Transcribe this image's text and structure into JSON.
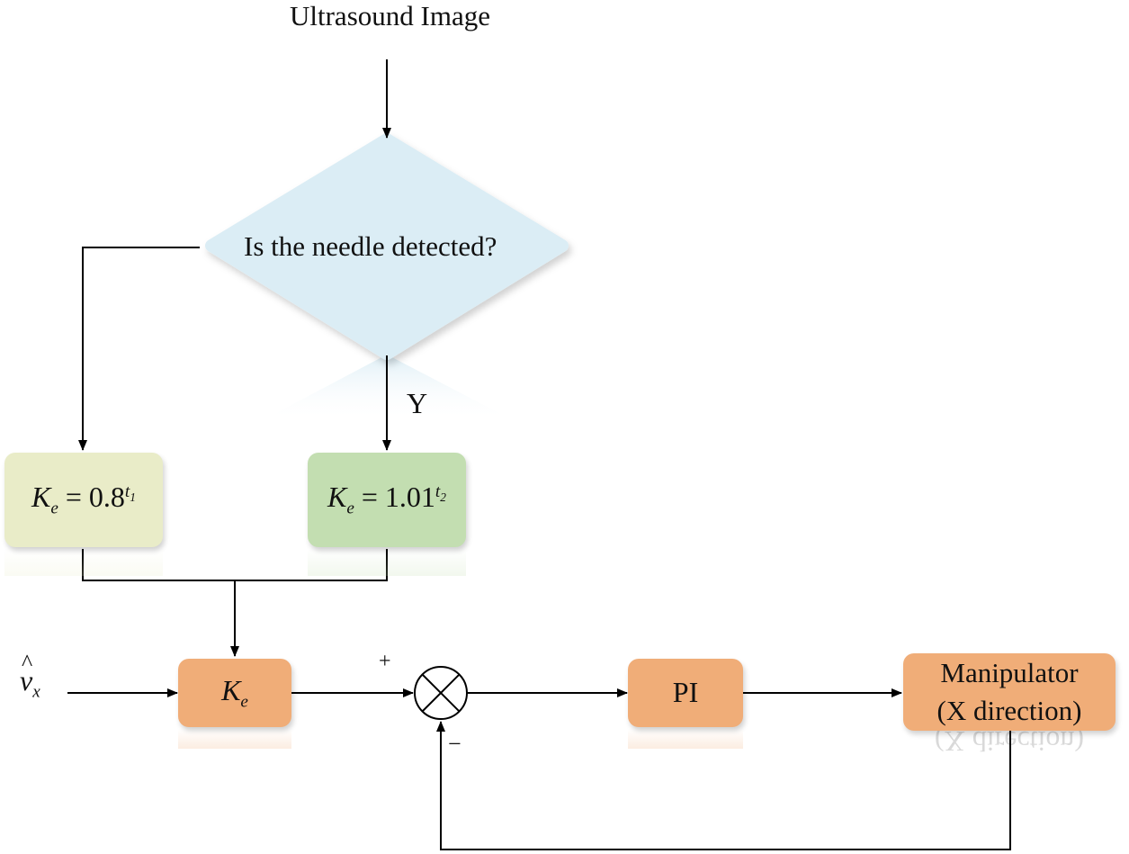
{
  "input_label": "Ultrasound Image",
  "decision": {
    "question": "Is the needle detected?",
    "yes_label": "Y"
  },
  "gain_no": {
    "symbol": "K",
    "subscript": "e",
    "equals": "=",
    "base": "0.8",
    "exponent": "t",
    "exponent_sub": "1",
    "fill": "#e9ecc8"
  },
  "gain_yes": {
    "symbol": "K",
    "subscript": "e",
    "equals": "=",
    "base": "1.01",
    "exponent": "t",
    "exponent_sub": "2",
    "fill": "#c3deb1"
  },
  "velocity_input": {
    "symbol": "v",
    "hat": "^",
    "subscript": "x"
  },
  "ke_block": {
    "symbol": "K",
    "subscript": "e",
    "fill": "#f0ad78"
  },
  "summing_junction": {
    "plus_label": "+",
    "minus_label": "−"
  },
  "pi_block": {
    "label": "PI",
    "fill": "#f0ad78"
  },
  "manipulator_block": {
    "line1": "Manipulator",
    "line2": "(X direction)",
    "fill": "#f0ad78"
  },
  "colors": {
    "decision_fill": "#dbedf5",
    "line": "#000000"
  }
}
